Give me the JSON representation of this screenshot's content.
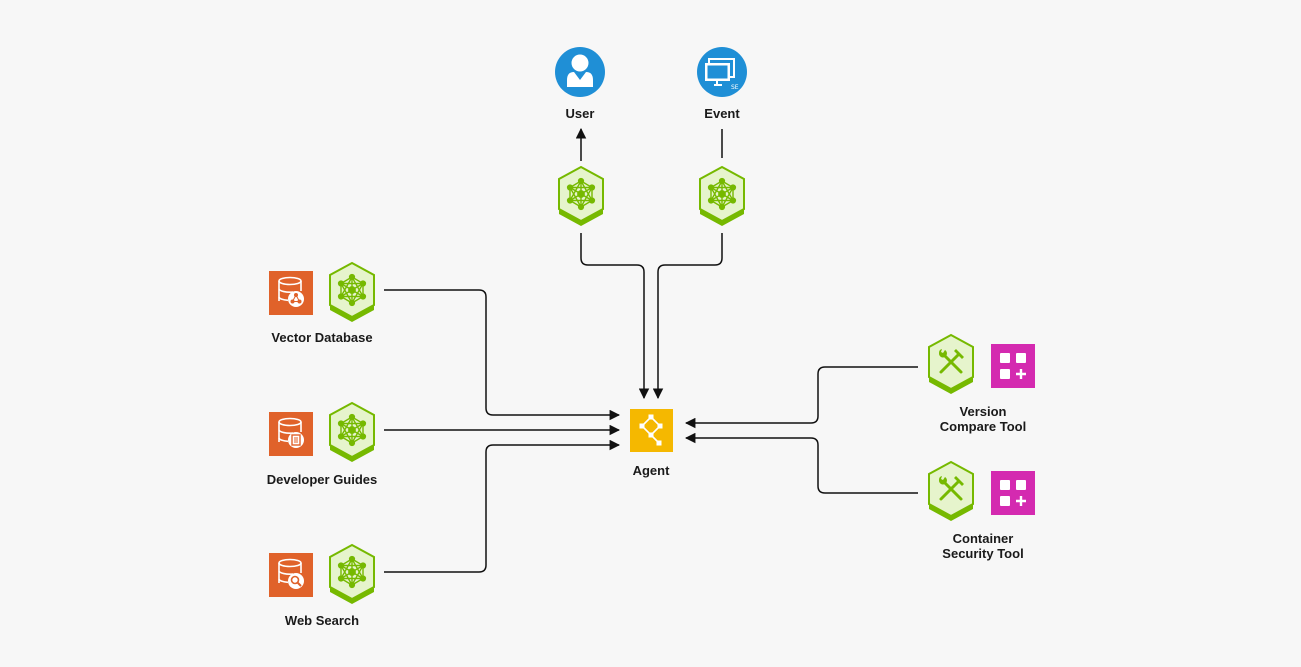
{
  "nodes": {
    "user": {
      "label": "User",
      "icon": "user-icon"
    },
    "event": {
      "label": "Event",
      "icon": "monitor-icon"
    },
    "vector_database": {
      "label": "Vector Database",
      "icon": "database-network-icon"
    },
    "developer_guides": {
      "label": "Developer Guides",
      "icon": "database-document-icon"
    },
    "web_search": {
      "label": "Web Search",
      "icon": "database-search-icon"
    },
    "agent": {
      "label": "Agent",
      "icon": "agent-graph-icon"
    },
    "version_compare_tool": {
      "label_line1": "Version",
      "label_line2": "Compare Tool",
      "icon": "tool-icon"
    },
    "container_security_tool": {
      "label_line1": "Container",
      "label_line2": "Security Tool",
      "icon": "tool-icon"
    }
  },
  "colors": {
    "background": "#f7f7f7",
    "nim_green": "#76b900",
    "database_orange": "#e0622a",
    "agent_yellow": "#f5b800",
    "tool_magenta": "#d42ab0",
    "person_blue": "#1f8fd6",
    "line": "#111111"
  }
}
